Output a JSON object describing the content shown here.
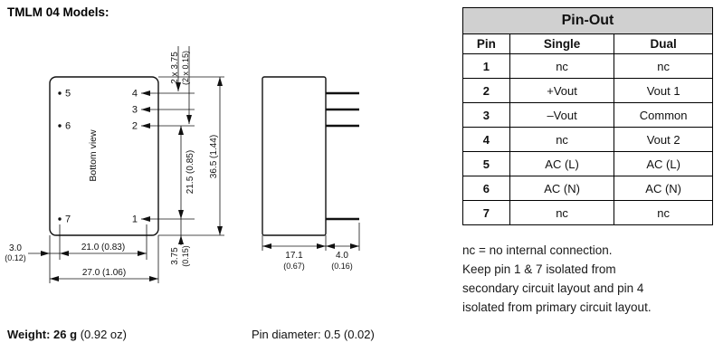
{
  "title": "TMLM 04 Models:",
  "drawing": {
    "bottom_view_label": "Bottom view",
    "pins": {
      "p1": "1",
      "p2": "2",
      "p3": "3",
      "p4": "4",
      "p5": "5",
      "p6": "6",
      "p7": "7"
    },
    "dims": {
      "pin_pitch": "2 x 3.75",
      "pin_pitch_in": "(2 x 0.15)",
      "height_pins": "21.5 (0.85)",
      "height_total": "36.5 (1.44)",
      "pin_bottom": "3.75",
      "pin_bottom_in": "(0.15)",
      "edge_to_pin": "3.0",
      "edge_to_pin_in": "(0.12)",
      "pin_span": "21.0 (0.83)",
      "width_total": "27.0 (1.06)",
      "depth": "17.1",
      "depth_in": "(0.67)",
      "pin_length": "4.0",
      "pin_length_in": "(0.16)"
    }
  },
  "pinout_table": {
    "title": "Pin-Out",
    "headers": [
      "Pin",
      "Single",
      "Dual"
    ],
    "rows": [
      [
        "1",
        "nc",
        "nc"
      ],
      [
        "2",
        "+Vout",
        "Vout 1"
      ],
      [
        "3",
        "–Vout",
        "Common"
      ],
      [
        "4",
        "nc",
        "Vout 2"
      ],
      [
        "5",
        "AC (L)",
        "AC (L)"
      ],
      [
        "6",
        "AC (N)",
        "AC (N)"
      ],
      [
        "7",
        "nc",
        "nc"
      ]
    ]
  },
  "notes": [
    "nc = no internal connection.",
    "Keep pin 1 & 7 isolated from",
    "secondary circuit layout and pin 4",
    "isolated from primary circuit layout."
  ],
  "footer": {
    "weight_label": "Weight:",
    "weight_bold": "26 g",
    "weight_rest": "(0.92 oz)",
    "pin_diameter": "Pin diameter: 0.5 (0.02)"
  }
}
